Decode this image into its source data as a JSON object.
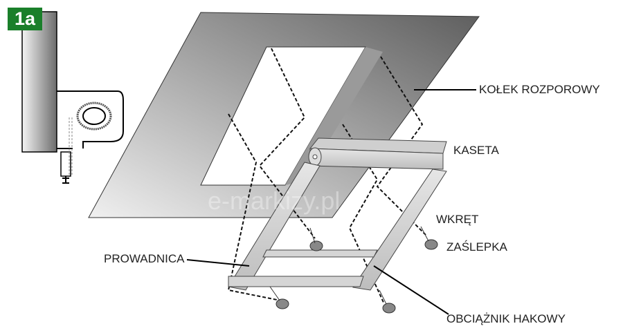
{
  "badge": "1a",
  "watermark": "e-markizy.pl",
  "labels": {
    "wall_plug": "KOŁEK ROZPOROWY",
    "cassette": "KASETA",
    "screw": "WKRĘT",
    "end_cap": "ZAŚLEPKA",
    "guide_rail": "PROWADNICA",
    "hook_weight": "OBCIĄŻNIK HAKOWY"
  },
  "colors": {
    "badge": "#1a7f2a",
    "ceiling_dark": "#6a6a6a",
    "ceiling_light": "#e8e8e8",
    "profile": "#d8d8d8"
  }
}
